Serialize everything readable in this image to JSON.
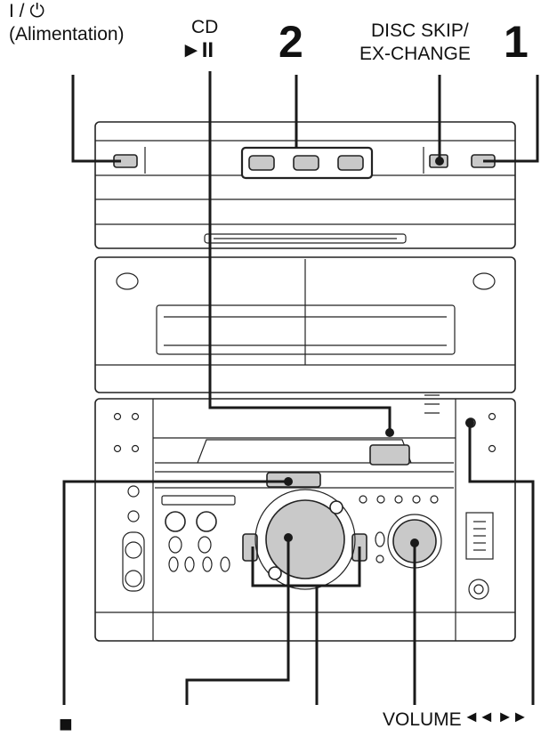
{
  "labels": {
    "power_symbol": "I / ⏻",
    "power_text": "(Alimentation)",
    "cd": "CD",
    "cd_symbol": "►II",
    "callout_2": "2",
    "disc_skip": "DISC SKIP/",
    "ex_change": "EX-CHANGE",
    "callout_1": "1",
    "stop_symbol": "■",
    "volume": "VOLUME",
    "volume_arrows": "◄◄ ►►"
  }
}
